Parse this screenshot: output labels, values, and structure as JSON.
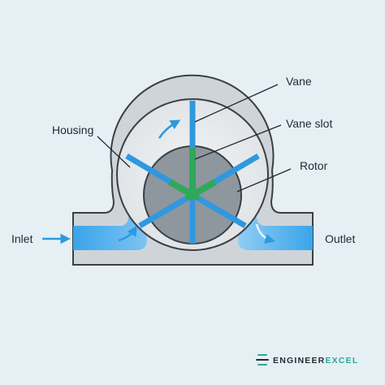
{
  "labels": {
    "vane": "Vane",
    "vane_slot": "Vane slot",
    "rotor": "Rotor",
    "housing": "Housing",
    "inlet": "Inlet",
    "outlet": "Outlet"
  },
  "logo": {
    "prefix": "ENGINEER",
    "suffix": "EXCEL"
  },
  "colors": {
    "background": "#e6f0f4",
    "housing": "#cfd4d8",
    "outline": "#3b3f45",
    "chamber": "#e8ebed",
    "rotor": "#8e969e",
    "vane": "#2e98e0",
    "vane_slot": "#2fa85a",
    "fluid": "#3aa4ea",
    "arrow": "#2e98e0",
    "logo_accent": "#2aa89a"
  }
}
